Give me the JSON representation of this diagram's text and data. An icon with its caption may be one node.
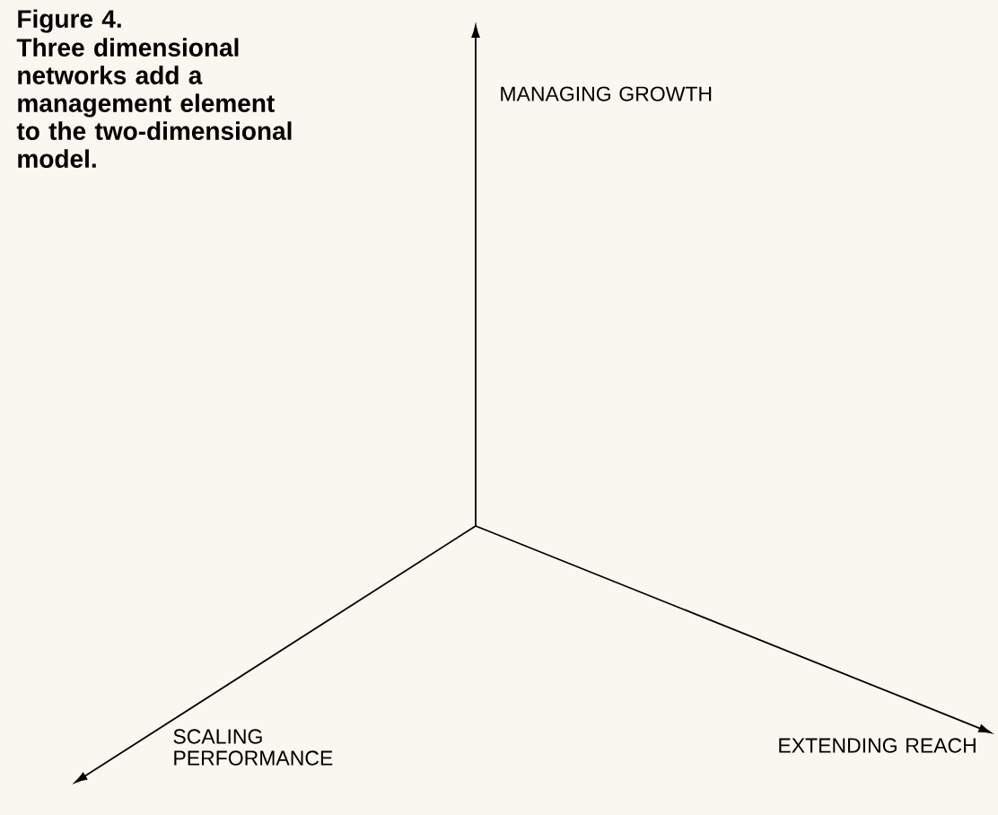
{
  "diagram": {
    "title": "Figure 4.",
    "caption": "Three dimensional networks add a management element to the two-dimensional model.",
    "labels": [
      "MANAGING GROWTH",
      "SCALING PERFORMANCE",
      "EXTENDING REACH"
    ]
  }
}
